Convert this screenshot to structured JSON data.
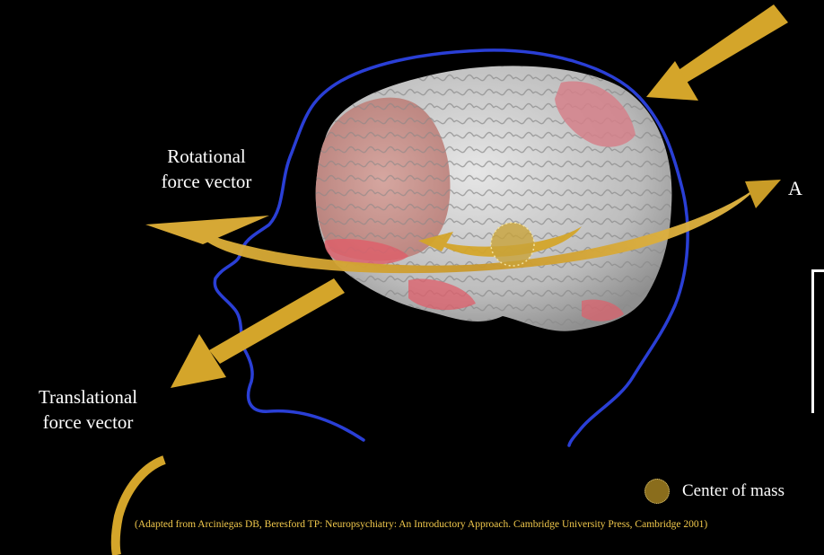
{
  "labels": {
    "rotational": [
      "Rotational",
      "force vector"
    ],
    "translational": [
      "Translational",
      "force vector"
    ],
    "partial_right": "A"
  },
  "legend": {
    "text": "Center of mass"
  },
  "citation": "(Adapted from Arciniegas DB, Beresford TP: Neuropsychiatry: An Introductory Approach. Cambridge University Press, Cambridge 2001)",
  "colors": {
    "background": "#000000",
    "head_outline": "#2a3fd6",
    "arrow_gold": "#d4a52a",
    "brain_gray": "#c9c9c9",
    "lobe_pink": "#c98a86",
    "lobe_red": "#d9616a",
    "center_of_mass": "#c8a23a"
  },
  "icons": [
    "head-outline",
    "brain-image",
    "arrow-down-left",
    "rotational-arc",
    "center-of-mass-marker"
  ]
}
